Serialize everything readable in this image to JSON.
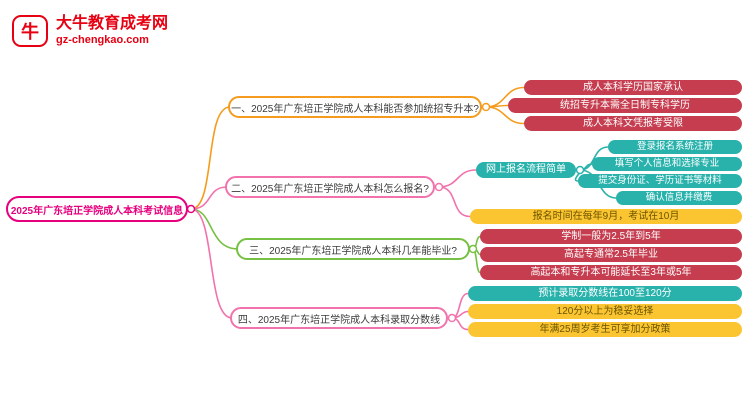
{
  "logo": {
    "icon_glyph": "牛",
    "title": "大牛教育成考网",
    "domain": "gz-chengkao.com"
  },
  "root": {
    "label": "2025年广东培正学院成人本科考试信息"
  },
  "branches": [
    {
      "label": "一、2025年广东培正学院成人本科能否参加统招专升本?",
      "color": "#f59b1d",
      "children": [
        {
          "label": "成人本科学历国家承认"
        },
        {
          "label": "统招专升本需全日制专科学历"
        },
        {
          "label": "成人本科文凭报考受限"
        }
      ]
    },
    {
      "label": "二、2025年广东培正学院成人本科怎么报名?",
      "color": "#f172ac",
      "children": [
        {
          "label": "网上报名流程简单",
          "color": "#29b2ac",
          "children": [
            {
              "label": "登录报名系统注册"
            },
            {
              "label": "填写个人信息和选择专业"
            },
            {
              "label": "提交身份证、学历证书等材料"
            },
            {
              "label": "确认信息并缴费"
            }
          ]
        },
        {
          "label": "报名时间在每年9月，考试在10月"
        }
      ]
    },
    {
      "label": "三、2025年广东培正学院成人本科几年能毕业?",
      "color": "#76c043",
      "children": [
        {
          "label": "学制一般为2.5年到5年"
        },
        {
          "label": "高起专通常2.5年毕业"
        },
        {
          "label": "高起本和专升本可能延长至3年或5年"
        }
      ]
    },
    {
      "label": "四、2025年广东培正学院成人本科录取分数线",
      "color": "#f172ac",
      "children": [
        {
          "label": "预计录取分数线在100至120分"
        },
        {
          "label": "120分以上为稳妥选择"
        },
        {
          "label": "年满25周岁考生可享加分政策"
        }
      ]
    }
  ],
  "colors": {
    "brand_red": "#e60012",
    "root_magenta": "#e6007e",
    "branch_orange": "#f59b1d",
    "branch_pink": "#f172ac",
    "branch_green": "#76c043",
    "leaf_red": "#c53d4f",
    "leaf_teal": "#29b2ac",
    "leaf_yellow": "#fbc531"
  }
}
